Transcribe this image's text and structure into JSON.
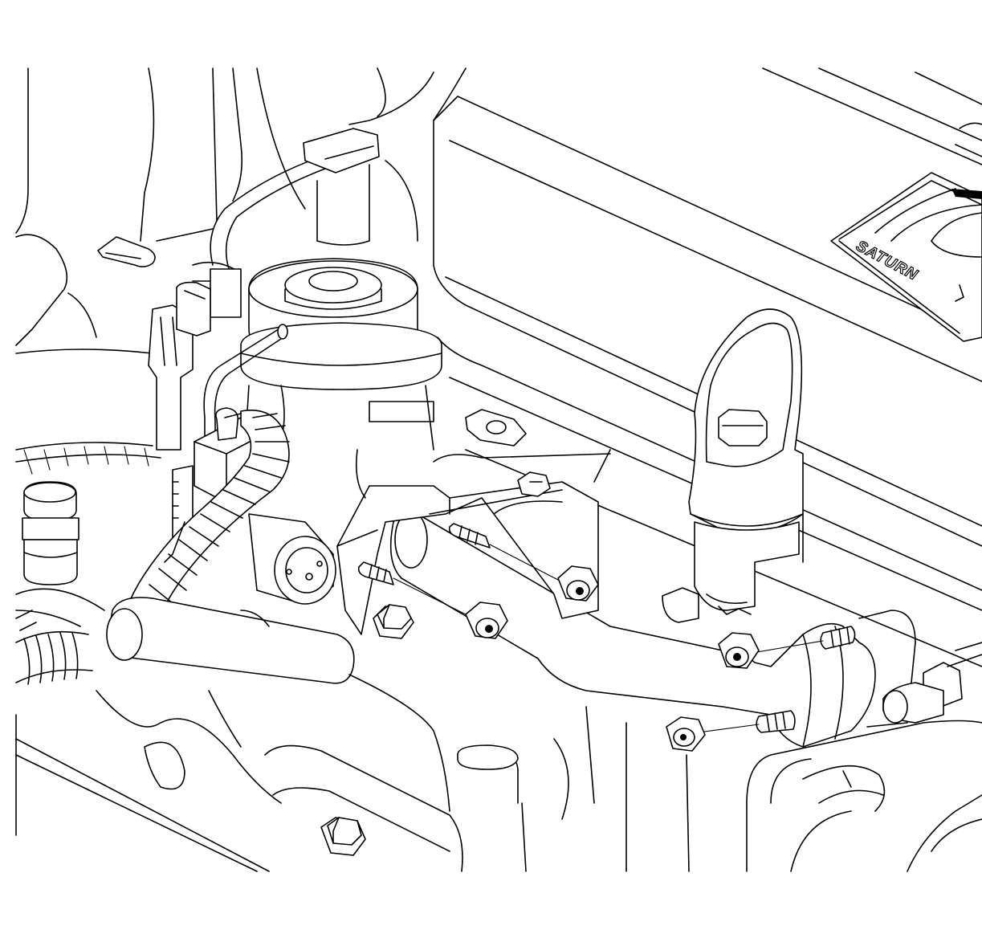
{
  "diagram": {
    "subject": "",
    "logo": {
      "brand_text": "SATURN"
    },
    "parts": [
      {
        "id": "egr-valve",
        "name": ""
      },
      {
        "id": "egr-pipe",
        "name": ""
      },
      {
        "id": "exhaust-manifold-studs",
        "name": ""
      },
      {
        "id": "flange-nuts",
        "name": ""
      },
      {
        "id": "oil-fill-tube",
        "name": ""
      },
      {
        "id": "wiring-harness",
        "name": ""
      },
      {
        "id": "valve-cover",
        "name": ""
      }
    ]
  }
}
